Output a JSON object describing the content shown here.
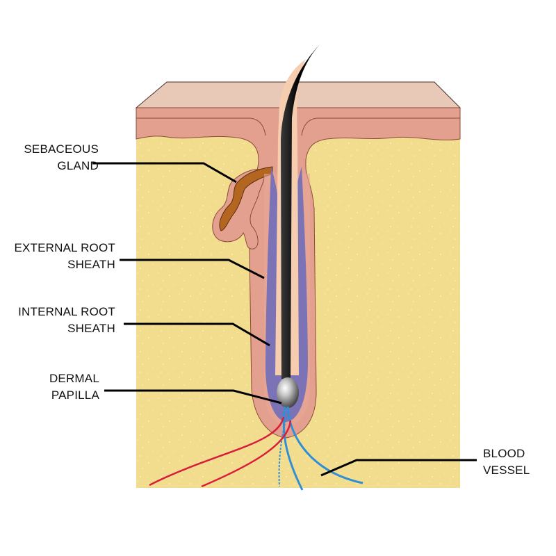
{
  "labels": {
    "sebaceous_gland": [
      "SEBACEOUS",
      "GLAND"
    ],
    "external_root_sheath": [
      "EXTERNAL ROOT",
      "SHEATH"
    ],
    "internal_root_sheath": [
      "INTERNAL ROOT",
      "SHEATH"
    ],
    "dermal_papilla": [
      "DERMAL",
      "PAPILLA"
    ],
    "blood_vessel": [
      "BLOOD",
      "VESSEL"
    ]
  },
  "colors": {
    "dermis": "#f2dd8e",
    "epidermis_top": "#e8c9b8",
    "epidermis": "#e4a08f",
    "root_sheath_inner": "#7b73b5",
    "hair": "#1a1a1a",
    "cuticle": "#f7cdb0",
    "sebaceous": "#b4651f",
    "artery": "#d81e3b",
    "vein": "#2e8fd6",
    "leader": "#000000"
  }
}
